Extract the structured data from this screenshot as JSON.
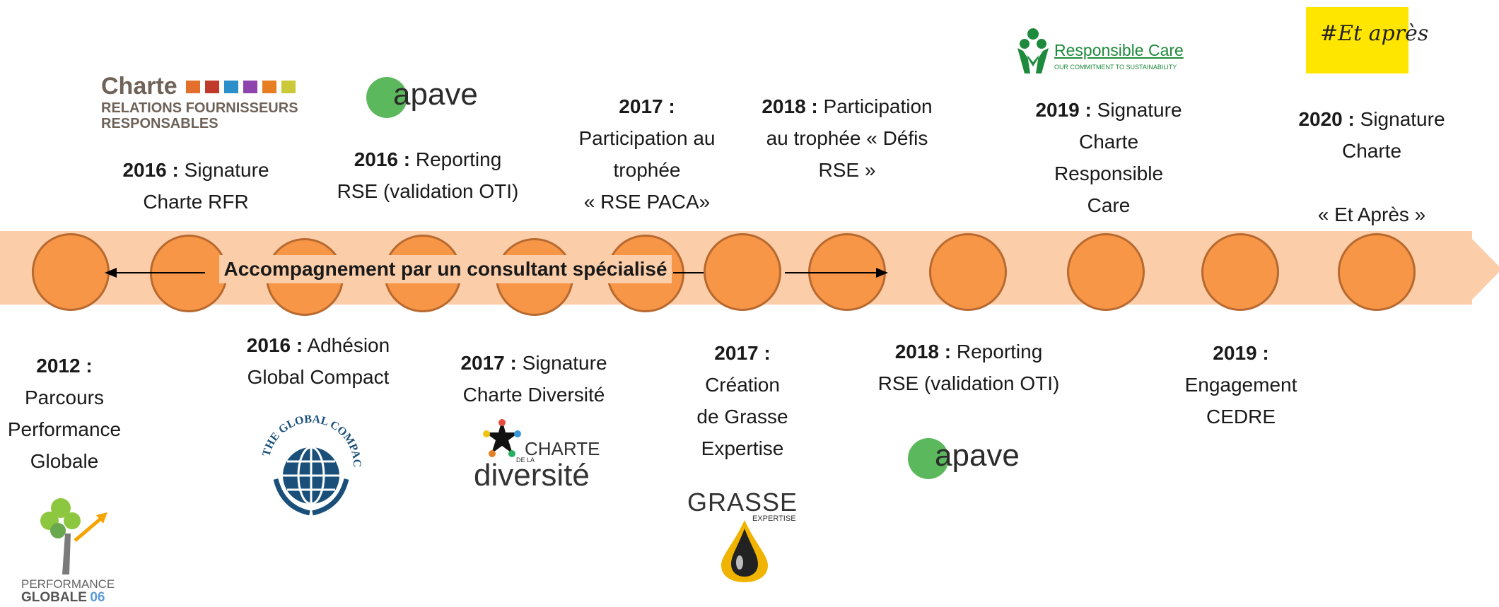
{
  "consultant": "Accompagnement par un consultant spécialisé",
  "above": [
    {
      "year": "2016 :",
      "lines": [
        "Signature",
        "Charte RFR"
      ]
    },
    {
      "year": "2016 :",
      "lines": [
        "Reporting",
        "RSE (validation OTI)"
      ]
    },
    {
      "year": "2017 :",
      "lines": [
        "Participation au",
        "trophée",
        "« RSE PACA»"
      ]
    },
    {
      "year": "2018 :",
      "lines": [
        "Participation",
        "au trophée « Défis",
        "RSE »"
      ]
    },
    {
      "year": "2019 :",
      "lines": [
        "Signature",
        "Charte",
        "Responsible",
        "Care"
      ]
    },
    {
      "year": "2020 :",
      "lines": [
        "Signature",
        "Charte",
        "",
        "« Et Après »"
      ]
    }
  ],
  "below": [
    {
      "year": "2012 :",
      "lines": [
        "Parcours",
        "Performance",
        "Globale"
      ]
    },
    {
      "year": "2016 :",
      "lines": [
        "Adhésion",
        "Global Compact"
      ]
    },
    {
      "year": "2017 :",
      "lines": [
        "Signature",
        "Charte Diversité"
      ]
    },
    {
      "year": "2017 :",
      "lines": [
        "Création",
        "de Grasse",
        "Expertise"
      ]
    },
    {
      "year": "2018 :",
      "lines": [
        "Reporting",
        "RSE (validation OTI)"
      ]
    },
    {
      "year": "2019 :",
      "lines": [
        "Engagement",
        "CEDRE"
      ]
    }
  ],
  "logos": {
    "rfr": {
      "title": "Charte",
      "line1": "RELATIONS FOURNISSEURS",
      "line2": "RESPONSABLES"
    },
    "apave": "apave",
    "responsible_care": {
      "title": "Responsible Care",
      "sub": "OUR COMMITMENT TO SUSTAINABILITY"
    },
    "et_apres": "#Et après",
    "global_compact": "THE GLOBAL COMPACT",
    "diversite": {
      "charte": "CHARTE",
      "de_la": "DE LA",
      "word": "diversité"
    },
    "grasse": {
      "main": "GRASSE",
      "sub": "EXPERTISE"
    },
    "performance": {
      "line1": "PERFORMANCE",
      "line2": "GLOBALE",
      "num": "06"
    }
  },
  "colors": {
    "node": "#f79646",
    "node_border": "#b8692f",
    "band": "#fbcda9",
    "apave_green": "#5cb85c",
    "rc_green": "#1e8a3c",
    "et_apres_yellow": "#ffe600"
  }
}
